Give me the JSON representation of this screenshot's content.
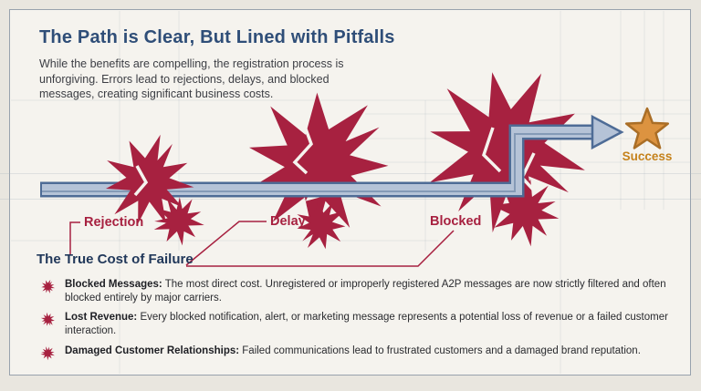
{
  "header": {
    "title": "The Path is Clear, But Lined with Pitfalls",
    "subtitle": "While the benefits are compelling, the registration process is unforgiving. Errors lead to rejections, delays, and blocked messages, creating significant business costs."
  },
  "diagram": {
    "stage_labels": {
      "rejection": "Rejection",
      "delay": "Delay",
      "blocked": "Blocked"
    },
    "success_label": "Success",
    "icons": {
      "pitfall": "splat-icon",
      "goal": "star-icon",
      "route": "arrow-path"
    }
  },
  "costs": {
    "heading": "The True Cost of Failure",
    "items": [
      {
        "label": "Blocked Messages:",
        "text": "The most direct cost. Unregistered or improperly registered A2P messages are now strictly filtered and often blocked entirely by major carriers."
      },
      {
        "label": "Lost Revenue:",
        "text": "Every blocked notification, alert, or marketing message represents a potential loss of revenue or a failed customer interaction."
      },
      {
        "label": "Damaged Customer Relationships:",
        "text": "Failed communications lead to frustrated customers and a damaged brand reputation."
      }
    ]
  },
  "colors": {
    "crimson": "#a72140",
    "navy_title": "#2f4e78",
    "heading_navy": "#21385a",
    "path_fill": "#b5c3d7",
    "path_stroke": "#4e6c96",
    "star_fill": "#dc9340",
    "star_stroke": "#aa6e26",
    "success_text": "#c5821c",
    "card_bg": "#f5f3ee",
    "outer_bg": "#e9e6df"
  }
}
